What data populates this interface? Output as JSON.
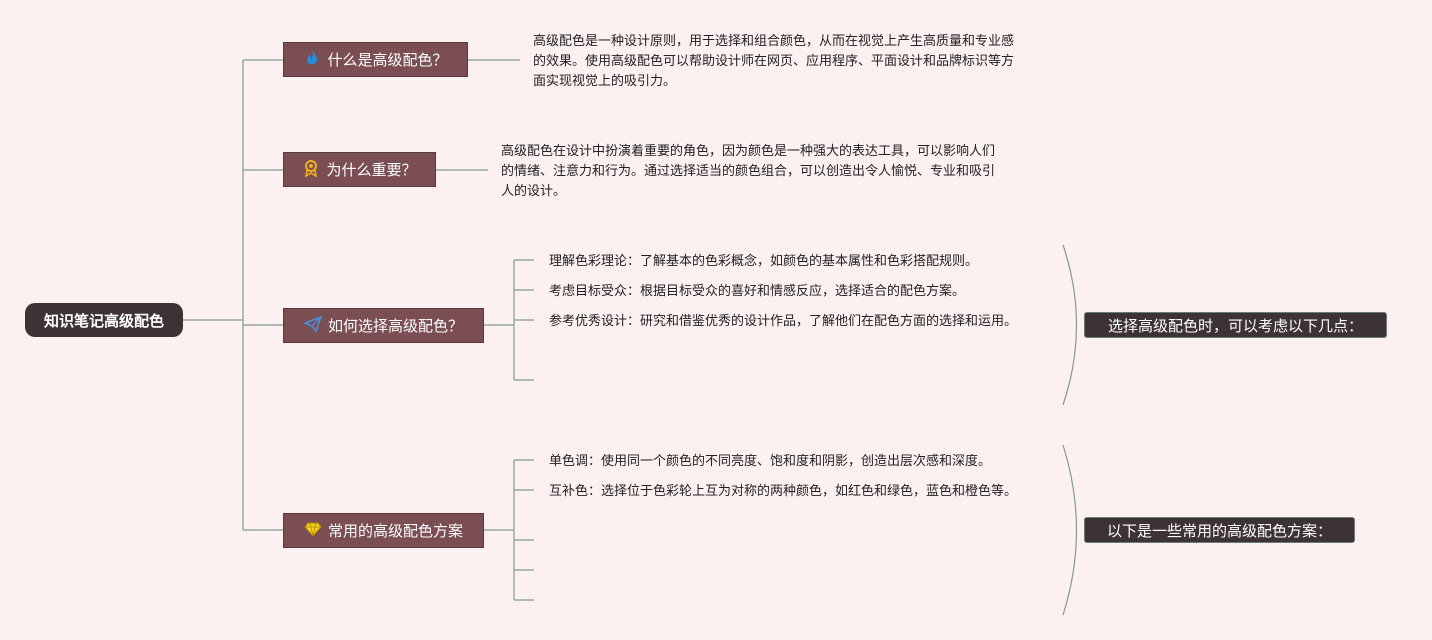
{
  "root": {
    "label": "知识笔记高级配色"
  },
  "branches": [
    {
      "label": "什么是高级配色？",
      "icon": "fire-icon",
      "description": "高级配色是一种设计原则，用于选择和组合颜色，从而在视觉上产生高质量和专业感的效果。使用高级配色可以帮助设计师在网页、应用程序、平面设计和品牌标识等方面实现视觉上的吸引力。"
    },
    {
      "label": "为什么重要？",
      "icon": "award-badge-icon",
      "description": "高级配色在设计中扮演着重要的角色，因为颜色是一种强大的表达工具，可以影响人们的情绪、注意力和行为。通过选择适当的颜色组合，可以创造出令人愉悦、专业和吸引人的设计。"
    },
    {
      "label": "如何选择高级配色？",
      "icon": "paper-plane-icon",
      "items": [
        "理解色彩理论：了解基本的色彩概念，如颜色的基本属性和色彩搭配规则。",
        "考虑目标受众：根据目标受众的喜好和情感反应，选择适合的配色方案。",
        "参考优秀设计：研究和借鉴优秀的设计作品，了解他们在配色方面的选择和运用。"
      ],
      "summary": "选择高级配色时，可以考虑以下几点："
    },
    {
      "label": "常用的高级配色方案",
      "icon": "diamond-icon",
      "items": [
        "单色调：使用同一个颜色的不同亮度、饱和度和阴影，创造出层次感和深度。",
        "互补色：选择位于色彩轮上互为对称的两种颜色，如红色和绿色，蓝色和橙色等。"
      ],
      "summary": "以下是一些常用的高级配色方案："
    }
  ],
  "colors": {
    "root_bg": "#3d3334",
    "branch_bg": "#7a4e52",
    "line": "#7f9c8e",
    "background": "#fdf0f0"
  }
}
